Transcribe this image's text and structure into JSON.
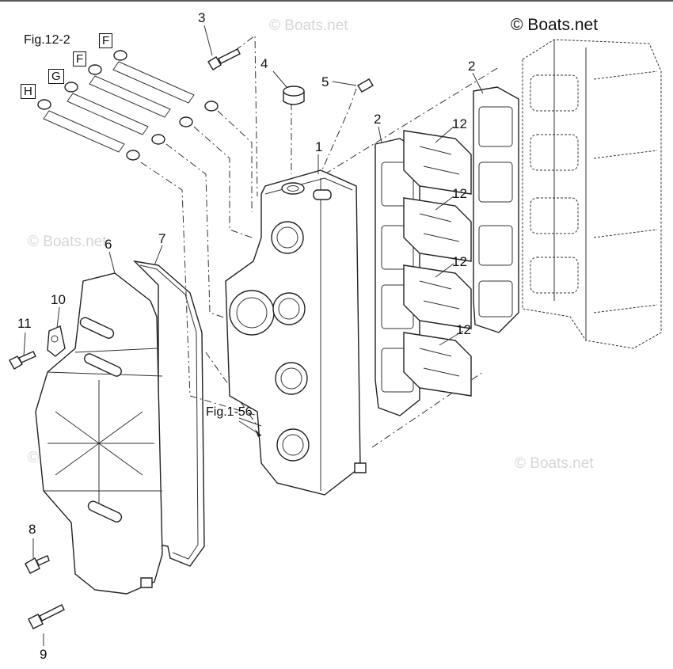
{
  "copyright": "© Boats.net",
  "watermark": "© Boats.net",
  "fig_refs": {
    "top": "Fig.12-2",
    "bottom": "Fig.1-56"
  },
  "box_labels": [
    "F",
    "F",
    "G",
    "H"
  ],
  "callouts": {
    "n1": "1",
    "n2a": "2",
    "n2b": "2",
    "n3": "3",
    "n4": "4",
    "n5": "5",
    "n6": "6",
    "n7": "7",
    "n8": "8",
    "n9": "9",
    "n10": "10",
    "n11": "11",
    "n12a": "12",
    "n12b": "12",
    "n12c": "12",
    "n12d": "12"
  }
}
